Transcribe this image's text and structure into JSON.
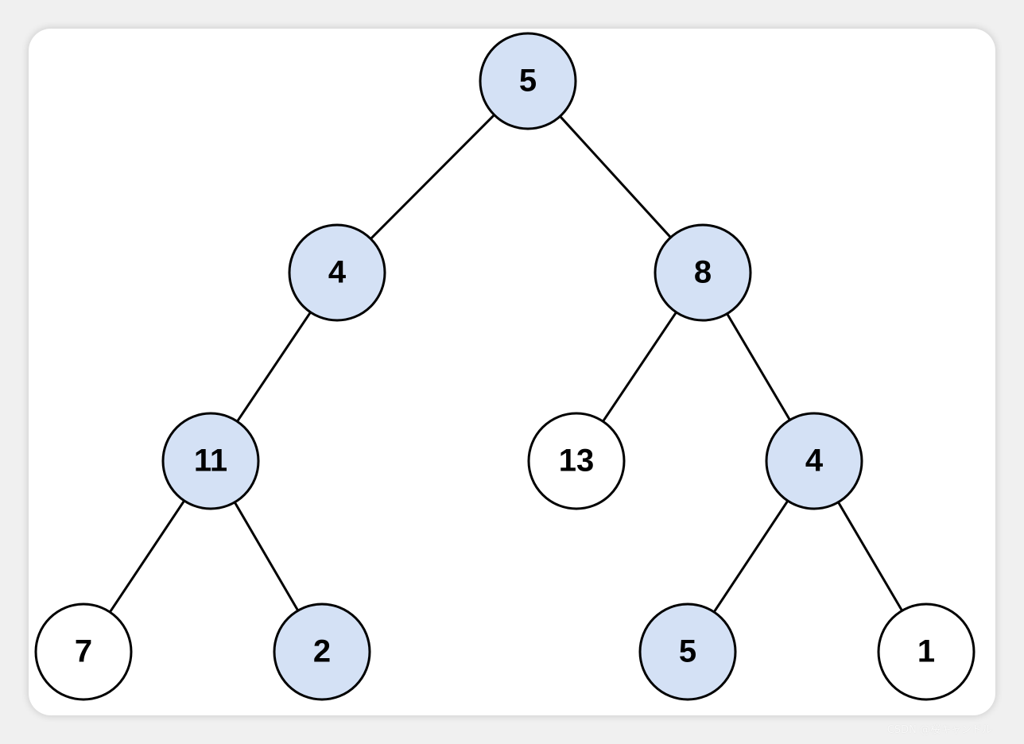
{
  "diagram": {
    "colors": {
      "highlight": "#d4e1f5",
      "plain": "#ffffff",
      "stroke": "#000000",
      "text": "#000000"
    },
    "nodes": [
      {
        "id": "n1",
        "label": "5",
        "highlighted": true
      },
      {
        "id": "n2",
        "label": "4",
        "highlighted": true
      },
      {
        "id": "n3",
        "label": "8",
        "highlighted": true
      },
      {
        "id": "n4",
        "label": "11",
        "highlighted": true
      },
      {
        "id": "n5",
        "label": "13",
        "highlighted": false
      },
      {
        "id": "n6",
        "label": "4",
        "highlighted": true
      },
      {
        "id": "n7",
        "label": "7",
        "highlighted": false
      },
      {
        "id": "n8",
        "label": "2",
        "highlighted": true
      },
      {
        "id": "n9",
        "label": "5",
        "highlighted": true
      },
      {
        "id": "n10",
        "label": "1",
        "highlighted": false
      }
    ],
    "edges": [
      {
        "from": "n1",
        "to": "n2"
      },
      {
        "from": "n1",
        "to": "n3"
      },
      {
        "from": "n2",
        "to": "n4"
      },
      {
        "from": "n3",
        "to": "n5"
      },
      {
        "from": "n3",
        "to": "n6"
      },
      {
        "from": "n4",
        "to": "n7"
      },
      {
        "from": "n4",
        "to": "n8"
      },
      {
        "from": "n6",
        "to": "n9"
      },
      {
        "from": "n6",
        "to": "n10"
      }
    ]
  },
  "watermark": {
    "text": "CSDN @桜キャンドル"
  }
}
